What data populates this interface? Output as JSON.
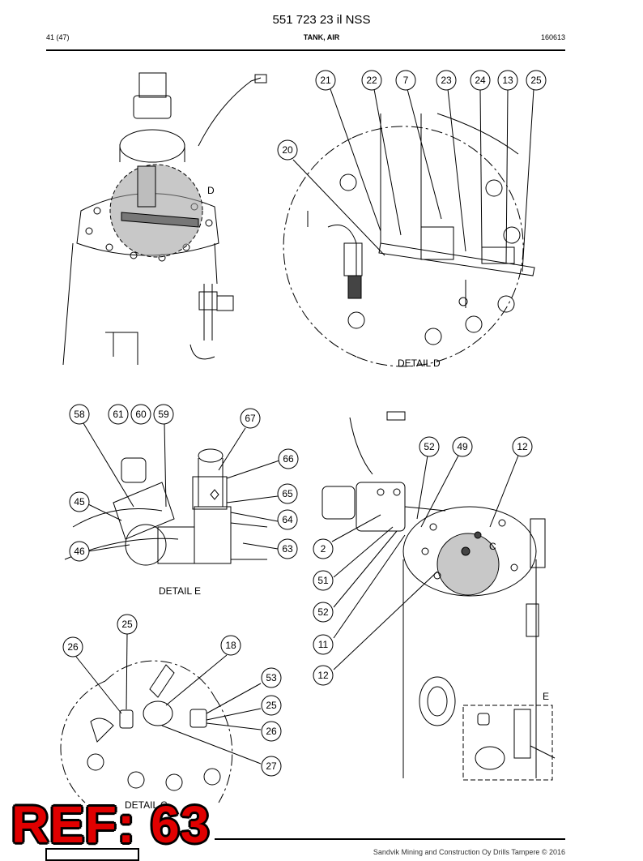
{
  "header": {
    "doc_title": "551 723 23 il NSS",
    "page": "41 (47)",
    "section": "TANK, AIR",
    "date_code": "160613"
  },
  "details": {
    "d_marker": "D",
    "d_caption": "DETAIL D",
    "e_caption": "DETAIL E",
    "c_caption": "DETAIL C",
    "c_marker": "C",
    "e_marker": "E"
  },
  "callouts_d": [
    "21",
    "22",
    "7",
    "23",
    "24",
    "13",
    "25",
    "20"
  ],
  "callouts_e": [
    "58",
    "61",
    "60",
    "59",
    "67",
    "66",
    "65",
    "64",
    "63",
    "45",
    "46"
  ],
  "callouts_main": [
    "52",
    "49",
    "12",
    "2",
    "51",
    "52",
    "11",
    "12"
  ],
  "callouts_c": [
    "25",
    "26",
    "18",
    "53",
    "25",
    "26",
    "27"
  ],
  "ref_label": "REF: 63",
  "footer_text": "Sandvik Mining and Construction Oy Drills Tampere © 2016"
}
